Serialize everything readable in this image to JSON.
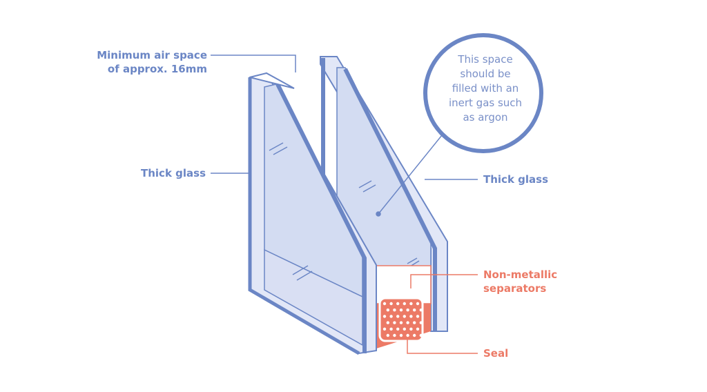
{
  "labels": {
    "air_space_line1": "Minimum air space",
    "air_space_line2": "of approx. 16mm",
    "thick_glass_left": "Thick glass",
    "thick_glass_right": "Thick glass",
    "separators_line1": "Non-metallic",
    "separators_line2": "separators",
    "seal": "Seal",
    "callout_line1": "This space",
    "callout_line2": "should be",
    "callout_line3": "filled with an",
    "callout_line4": "inert gas such",
    "callout_line5": "as argon"
  },
  "colors": {
    "outline": "#6b86c5",
    "glass_face": "#e2e7f7",
    "glass_inner": "#d3dcf2",
    "gas_fill": "#dbe2f4",
    "seal": "#ec7a66",
    "separator_fill": "#ffffff"
  }
}
